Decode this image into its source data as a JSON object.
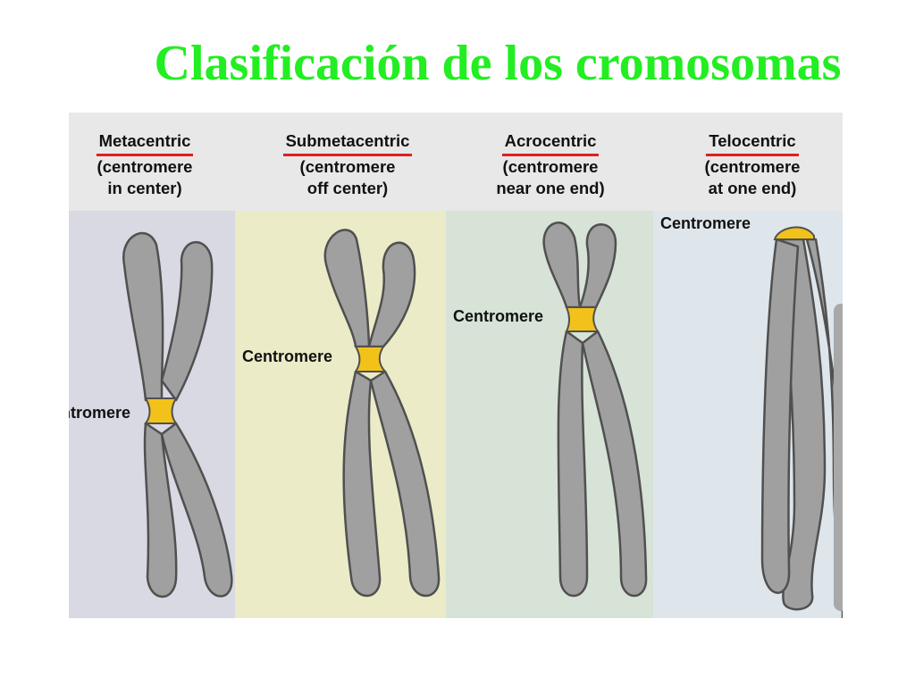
{
  "title": "Clasificación de los cromosomas",
  "colors": {
    "title": "#22ee22",
    "header_band": "#e8e8e8",
    "chromatid": "#a0a0a0",
    "chromatid_outline": "#505050",
    "centromere": "#f2c21a",
    "underline": "#e02020",
    "panel_metacentric": "#d9d9e4",
    "panel_submetacentric": "#ecebc8",
    "panel_acrocentric": "#d6e3d6",
    "panel_telocentric": "#dee6ec"
  },
  "columns": [
    {
      "id": "metacentric",
      "name": "Metacentric",
      "desc_line1": "(centromere",
      "desc_line2": "in center)",
      "centromere_label": "Centromere"
    },
    {
      "id": "submetacentric",
      "name": "Submetacentric",
      "desc_line1": "(centromere",
      "desc_line2": "off center)",
      "centromere_label": "Centromere"
    },
    {
      "id": "acrocentric",
      "name": "Acrocentric",
      "desc_line1": "(centromere",
      "desc_line2": "near one end)",
      "centromere_label": "Centromere"
    },
    {
      "id": "telocentric",
      "name": "Telocentric",
      "desc_line1": "(centromere",
      "desc_line2": "at one end)",
      "centromere_label": "Centromere"
    }
  ]
}
